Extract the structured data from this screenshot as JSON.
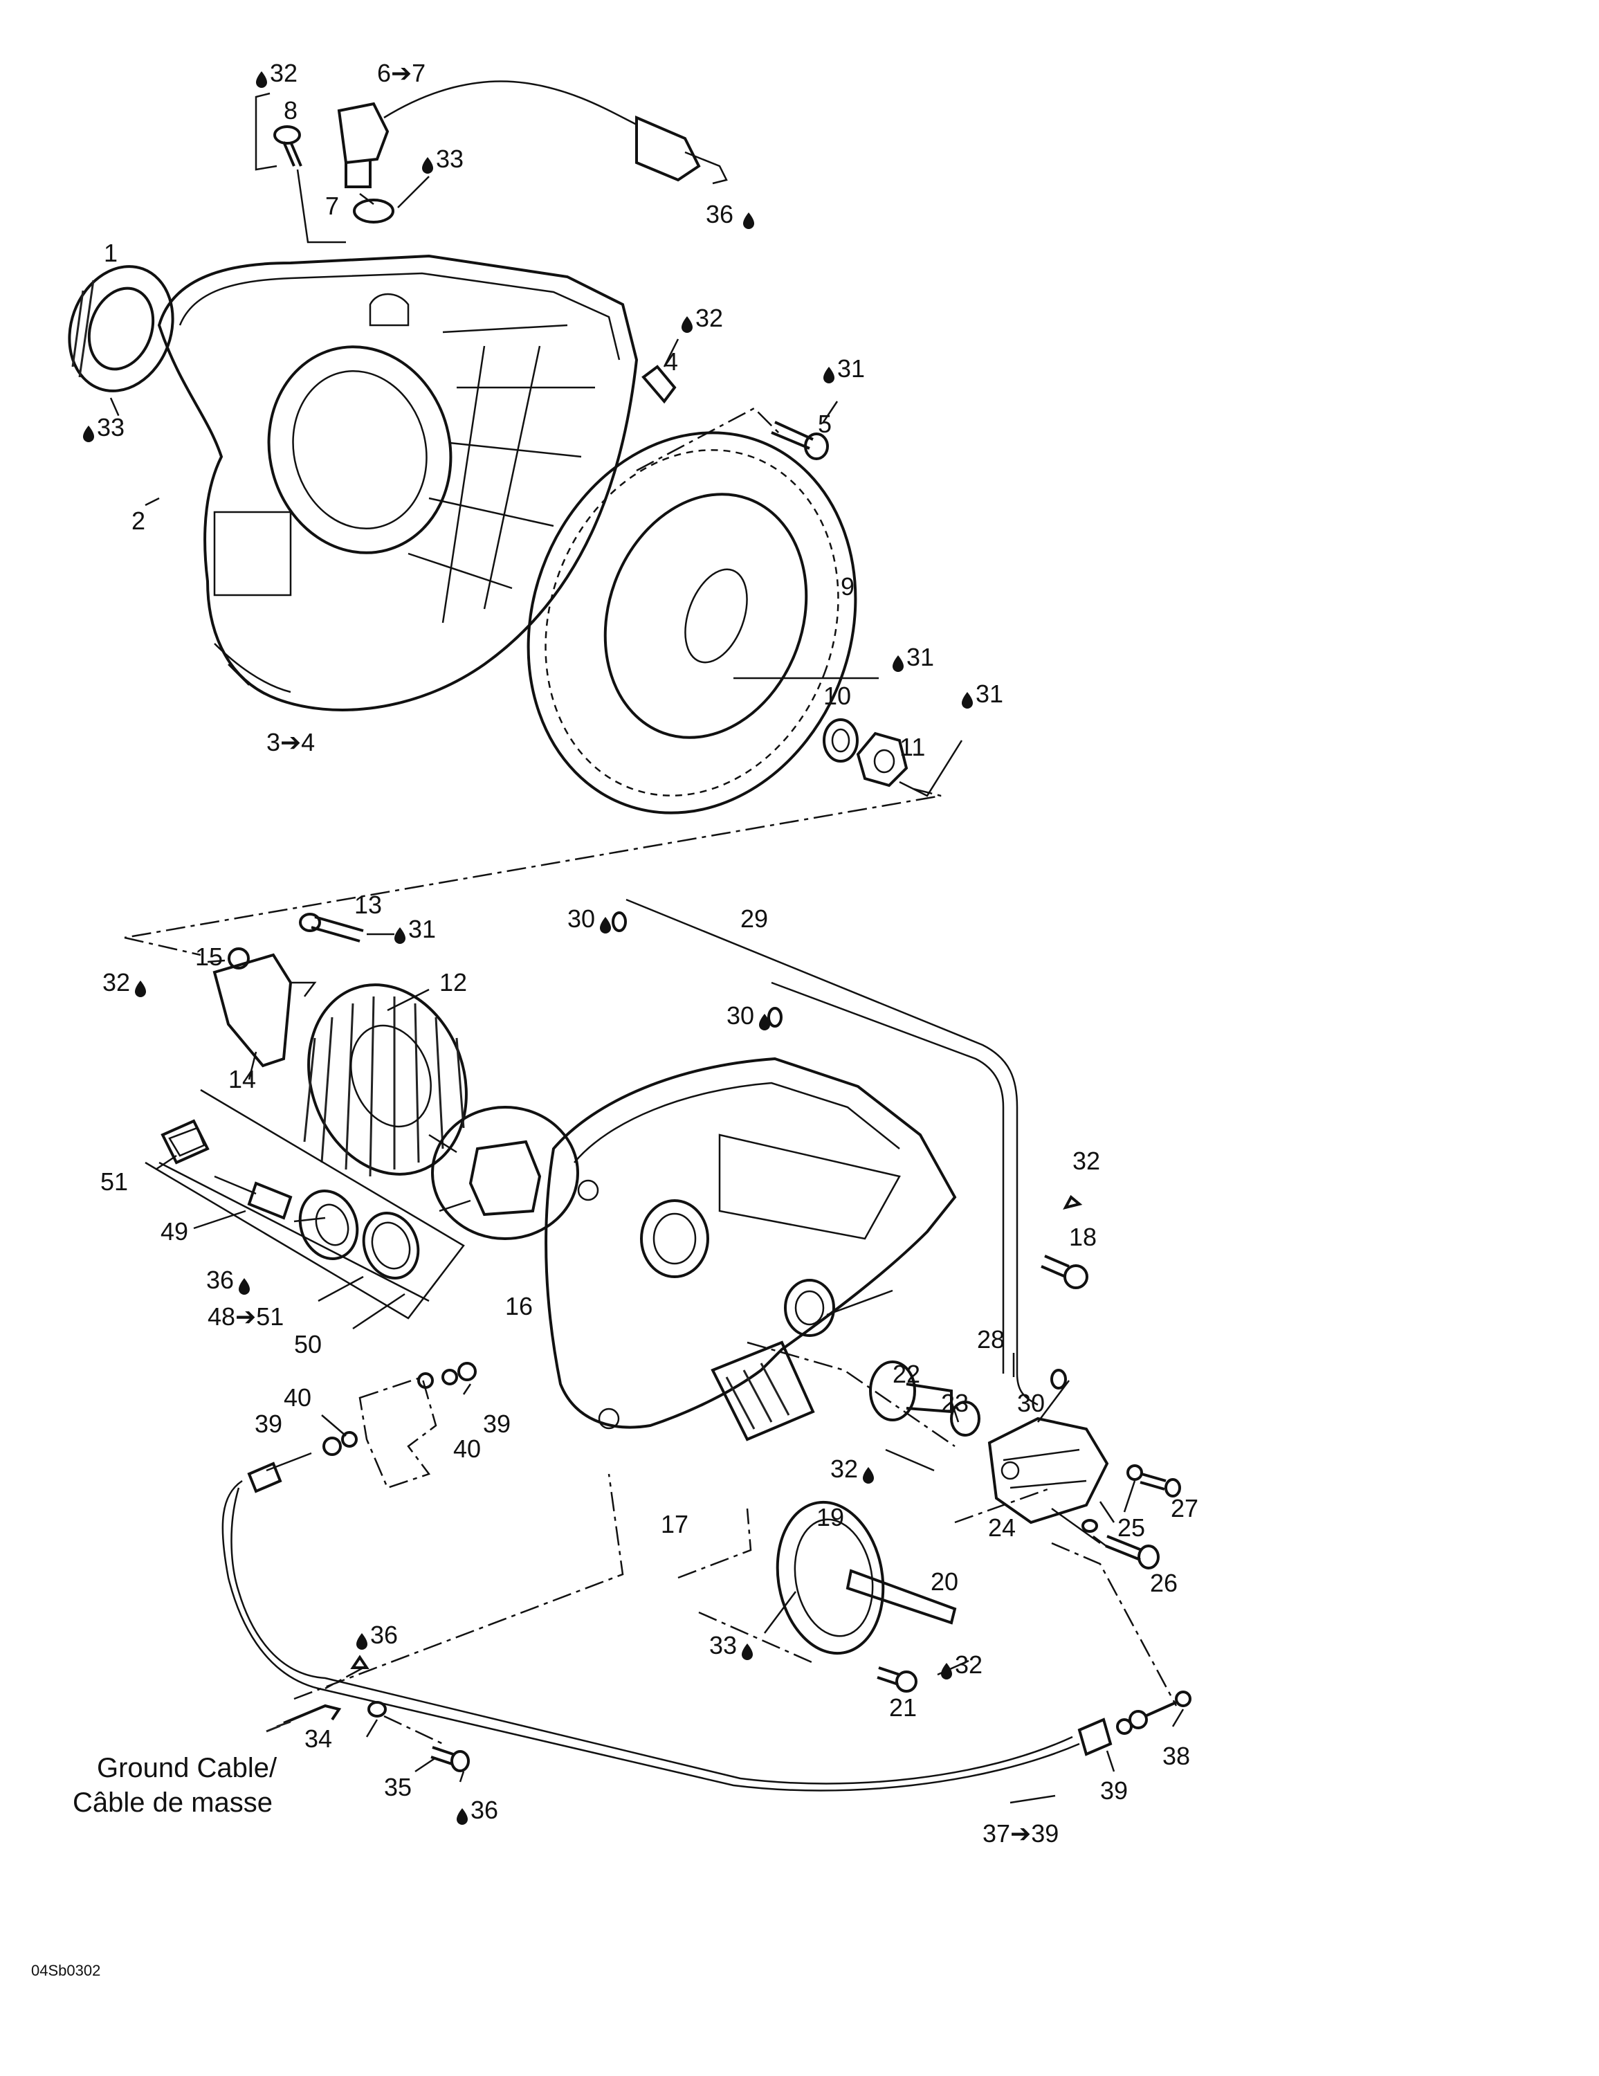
{
  "labels": [
    {
      "id": "l-32-a",
      "text": "32",
      "drop": "before"
    },
    {
      "id": "l-6-7",
      "text": "6➔7"
    },
    {
      "id": "l-8",
      "text": "8"
    },
    {
      "id": "l-33-a",
      "text": "33",
      "drop": "before"
    },
    {
      "id": "l-7",
      "text": "7"
    },
    {
      "id": "l-36-a",
      "text": "36",
      "drop": "after"
    },
    {
      "id": "l-1",
      "text": "1"
    },
    {
      "id": "l-32-b",
      "text": "32",
      "drop": "before"
    },
    {
      "id": "l-4",
      "text": "4"
    },
    {
      "id": "l-31-a",
      "text": "31",
      "drop": "before"
    },
    {
      "id": "l-5",
      "text": "5"
    },
    {
      "id": "l-33-b",
      "text": "33",
      "drop": "before"
    },
    {
      "id": "l-2",
      "text": "2"
    },
    {
      "id": "l-9",
      "text": "9"
    },
    {
      "id": "l-31-b",
      "text": "31",
      "drop": "before"
    },
    {
      "id": "l-10",
      "text": "10"
    },
    {
      "id": "l-31-c",
      "text": "31",
      "drop": "before"
    },
    {
      "id": "l-11",
      "text": "11"
    },
    {
      "id": "l-3-4",
      "text": "3➔4"
    },
    {
      "id": "l-13",
      "text": "13"
    },
    {
      "id": "l-31-d",
      "text": "31",
      "drop": "before"
    },
    {
      "id": "l-30-a",
      "text": "30",
      "drop": "after"
    },
    {
      "id": "l-29",
      "text": "29"
    },
    {
      "id": "l-15",
      "text": "15"
    },
    {
      "id": "l-32-c",
      "text": "32",
      "drop": "after"
    },
    {
      "id": "l-12",
      "text": "12"
    },
    {
      "id": "l-30-b",
      "text": "30",
      "drop": "after"
    },
    {
      "id": "l-14",
      "text": "14"
    },
    {
      "id": "l-51-a",
      "text": "51"
    },
    {
      "id": "l-49",
      "text": "49"
    },
    {
      "id": "l-36-b",
      "text": "36",
      "drop": "after"
    },
    {
      "id": "l-32-d",
      "text": "32"
    },
    {
      "id": "l-18",
      "text": "18"
    },
    {
      "id": "l-48-51",
      "text": "48➔51"
    },
    {
      "id": "l-16",
      "text": "16"
    },
    {
      "id": "l-50",
      "text": "50"
    },
    {
      "id": "l-28",
      "text": "28"
    },
    {
      "id": "l-22",
      "text": "22"
    },
    {
      "id": "l-23",
      "text": "23"
    },
    {
      "id": "l-30-c",
      "text": "30"
    },
    {
      "id": "l-40-a",
      "text": "40"
    },
    {
      "id": "l-39-a",
      "text": "39"
    },
    {
      "id": "l-39-b",
      "text": "39"
    },
    {
      "id": "l-40-b",
      "text": "40"
    },
    {
      "id": "l-32-e",
      "text": "32",
      "drop": "after"
    },
    {
      "id": "l-19",
      "text": "19"
    },
    {
      "id": "l-17",
      "text": "17"
    },
    {
      "id": "l-24",
      "text": "24"
    },
    {
      "id": "l-25",
      "text": "25"
    },
    {
      "id": "l-27",
      "text": "27"
    },
    {
      "id": "l-26",
      "text": "26"
    },
    {
      "id": "l-20",
      "text": "20"
    },
    {
      "id": "l-36-c",
      "text": "36",
      "drop": "before"
    },
    {
      "id": "l-33-c",
      "text": "33",
      "drop": "after"
    },
    {
      "id": "l-32-f",
      "text": "32",
      "drop": "before"
    },
    {
      "id": "l-21",
      "text": "21"
    },
    {
      "id": "l-34",
      "text": "34"
    },
    {
      "id": "l-35",
      "text": "35"
    },
    {
      "id": "l-36-d",
      "text": "36",
      "drop": "before"
    },
    {
      "id": "l-38",
      "text": "38"
    },
    {
      "id": "l-39-c",
      "text": "39"
    },
    {
      "id": "l-37-39",
      "text": "37➔39"
    }
  ],
  "caption": {
    "line1": "Ground Cable/",
    "line2": "Câble de masse"
  },
  "drawing_code": "04Sb0302"
}
